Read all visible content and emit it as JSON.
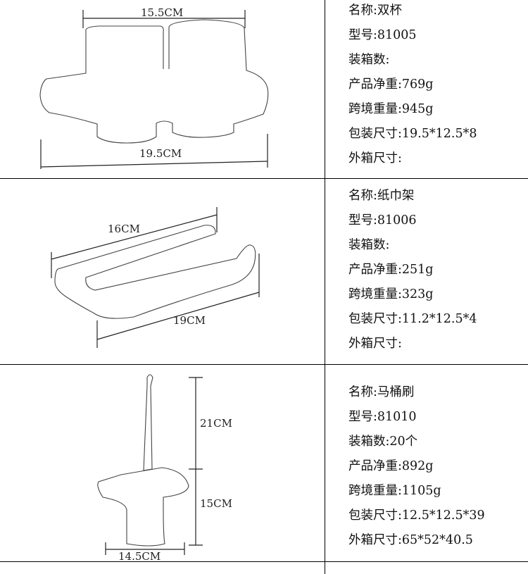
{
  "products": [
    {
      "name_label": "名称:双杯",
      "model_label": "型号:81005",
      "qty_label": "装箱数:",
      "net_weight_label": "产品净重:769g",
      "gross_weight_label": "跨境重量:945g",
      "package_size_label": "包装尺寸:19.5*12.5*8",
      "carton_size_label": "外箱尺寸:",
      "dimensions": [
        "15.5CM",
        "19.5CM"
      ]
    },
    {
      "name_label": "名称:纸巾架",
      "model_label": "型号:81006",
      "qty_label": "装箱数:",
      "net_weight_label": "产品净重:251g",
      "gross_weight_label": "跨境重量:323g",
      "package_size_label": "包装尺寸:11.2*12.5*4",
      "carton_size_label": "外箱尺寸:",
      "dimensions": [
        "16CM",
        "19CM"
      ]
    },
    {
      "name_label": "名称:马桶刷",
      "model_label": "型号:81010",
      "qty_label": "装箱数:20个",
      "net_weight_label": "产品净重:892g",
      "gross_weight_label": "跨境重量:1105g",
      "package_size_label": "包装尺寸:12.5*12.5*39",
      "carton_size_label": "外箱尺寸:65*52*40.5",
      "dimensions": [
        "21CM",
        "15CM",
        "14.5CM"
      ]
    }
  ]
}
